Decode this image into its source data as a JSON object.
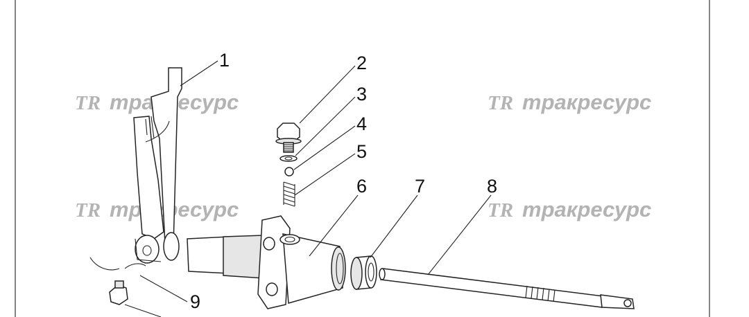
{
  "watermark": {
    "logo_letters": "TR",
    "brand_text": "тракресурс"
  },
  "callouts": [
    "1",
    "2",
    "3",
    "4",
    "5",
    "6",
    "7",
    "8",
    "9"
  ]
}
